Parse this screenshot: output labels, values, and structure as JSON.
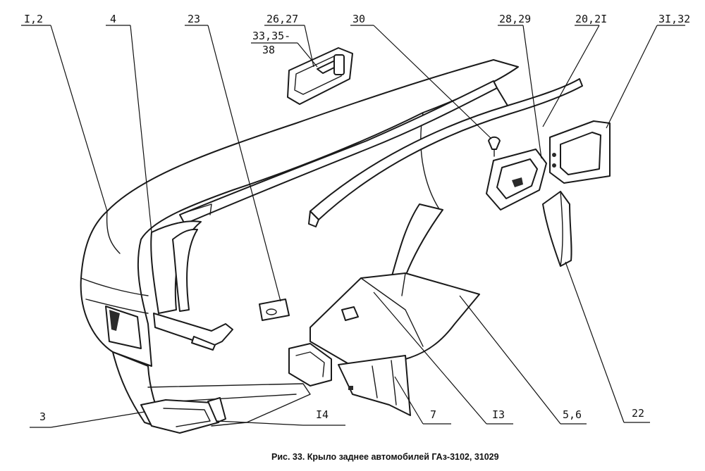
{
  "labels": {
    "l1": "I,2",
    "l2": "4",
    "l3": "23",
    "l4": "26,27",
    "l5a": "33,35-",
    "l5b": "38",
    "l6": "30",
    "l7": "28,29",
    "l8": "20,2I",
    "l9": "3I,32",
    "l10": "3",
    "l11": "I4",
    "l12": "7",
    "l13": "I3",
    "l14": "5,6",
    "l15": "22"
  },
  "caption": "Рис. 33. Крыло заднее автомобилей ГАз-3102, 31029"
}
